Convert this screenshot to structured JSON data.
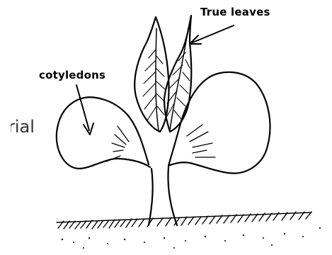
{
  "labels": {
    "true_leaves": "True leaves",
    "cotyledons": "cotyledons",
    "clipped_text": "rial"
  },
  "colors": {
    "ink": "#000000",
    "background": "#ffffff",
    "clipped_text": "#333333"
  }
}
